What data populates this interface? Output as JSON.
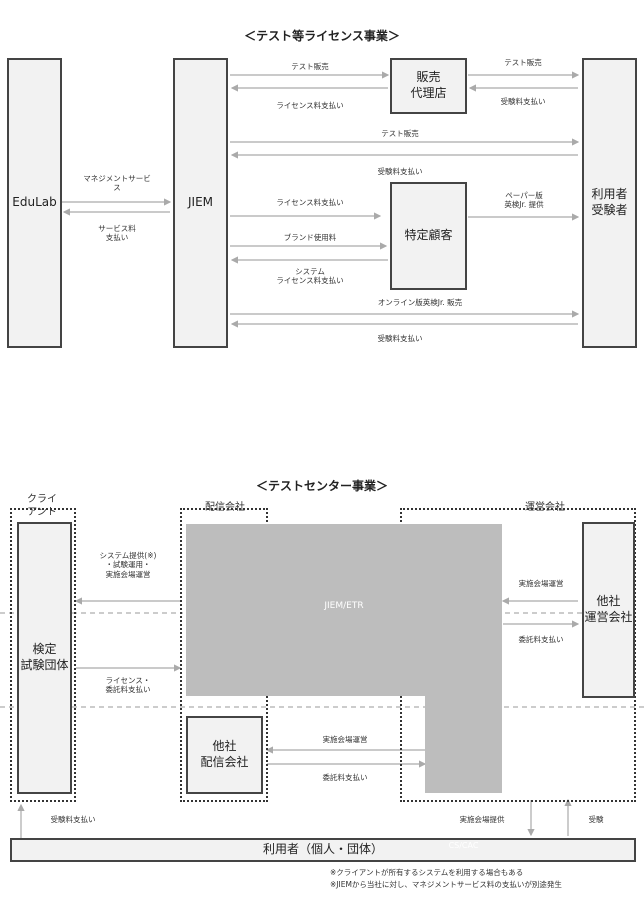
{
  "colors": {
    "box_fill": "#f2f2f2",
    "border": "#444444",
    "arrow": "#aaaaaa",
    "shaded_region": "#bdbdbd"
  },
  "section1": {
    "title": "＜テスト等ライセンス事業＞",
    "boxes": {
      "edulab": "EduLab",
      "jiem": "JIEM",
      "agency": "販売\n代理店",
      "special_customer": "特定顧客",
      "users": "利用者\n受験者"
    },
    "labels": {
      "test_sales_1": "テスト販売",
      "license_fee_1": "ライセンス料支払い",
      "test_sales_2": "テスト販売",
      "exam_fee_1": "受験料支払い",
      "test_sales_3": "テスト販売",
      "exam_fee_2": "受験料支払い",
      "management_service": "マネジメントサービ\nス",
      "service_fee": "サービス料\n支払い",
      "license_fee_2": "ライセンス料支払い",
      "brand_fee": "ブランド使用料",
      "system_license": "システム\nライセンス料支払い",
      "paper_version": "ペーパー版\n英検Jr. 提供",
      "online_sales": "オンライン版英検Jr. 販売",
      "exam_fee_3": "受験料支払い"
    }
  },
  "section2": {
    "title": "＜テストセンター事業＞",
    "groups": {
      "client": "クライ\nアント",
      "delivery": "配信会社",
      "operation": "運営会社"
    },
    "boxes": {
      "test_body": "検定\n試験団体",
      "jiem_etr": "JIEM/ETR",
      "other_delivery": "他社\n配信会社",
      "other_operation": "他社\n運営会社",
      "users": "利用者（個人・団体）",
      "cs_cac": "CS/CAC"
    },
    "labels": {
      "system_provision": "システム提供(※)\n・試験運用・\n実施会場運営",
      "license_commission": "ライセンス・\n委託料支払い",
      "venue_operation_1": "実施会場運営",
      "commission_fee_1": "委託料支払い",
      "venue_operation_2": "実施会場運営",
      "commission_fee_2": "委託料支払い",
      "exam_fee": "受験料支払い",
      "venue_provision": "実施会場提供",
      "taking_exam": "受験"
    },
    "notes": [
      "※クライアントが所有するシステムを利用する場合もある",
      "※JIEMから当社に対し、マネジメントサービス料の支払いが別途発生"
    ]
  }
}
